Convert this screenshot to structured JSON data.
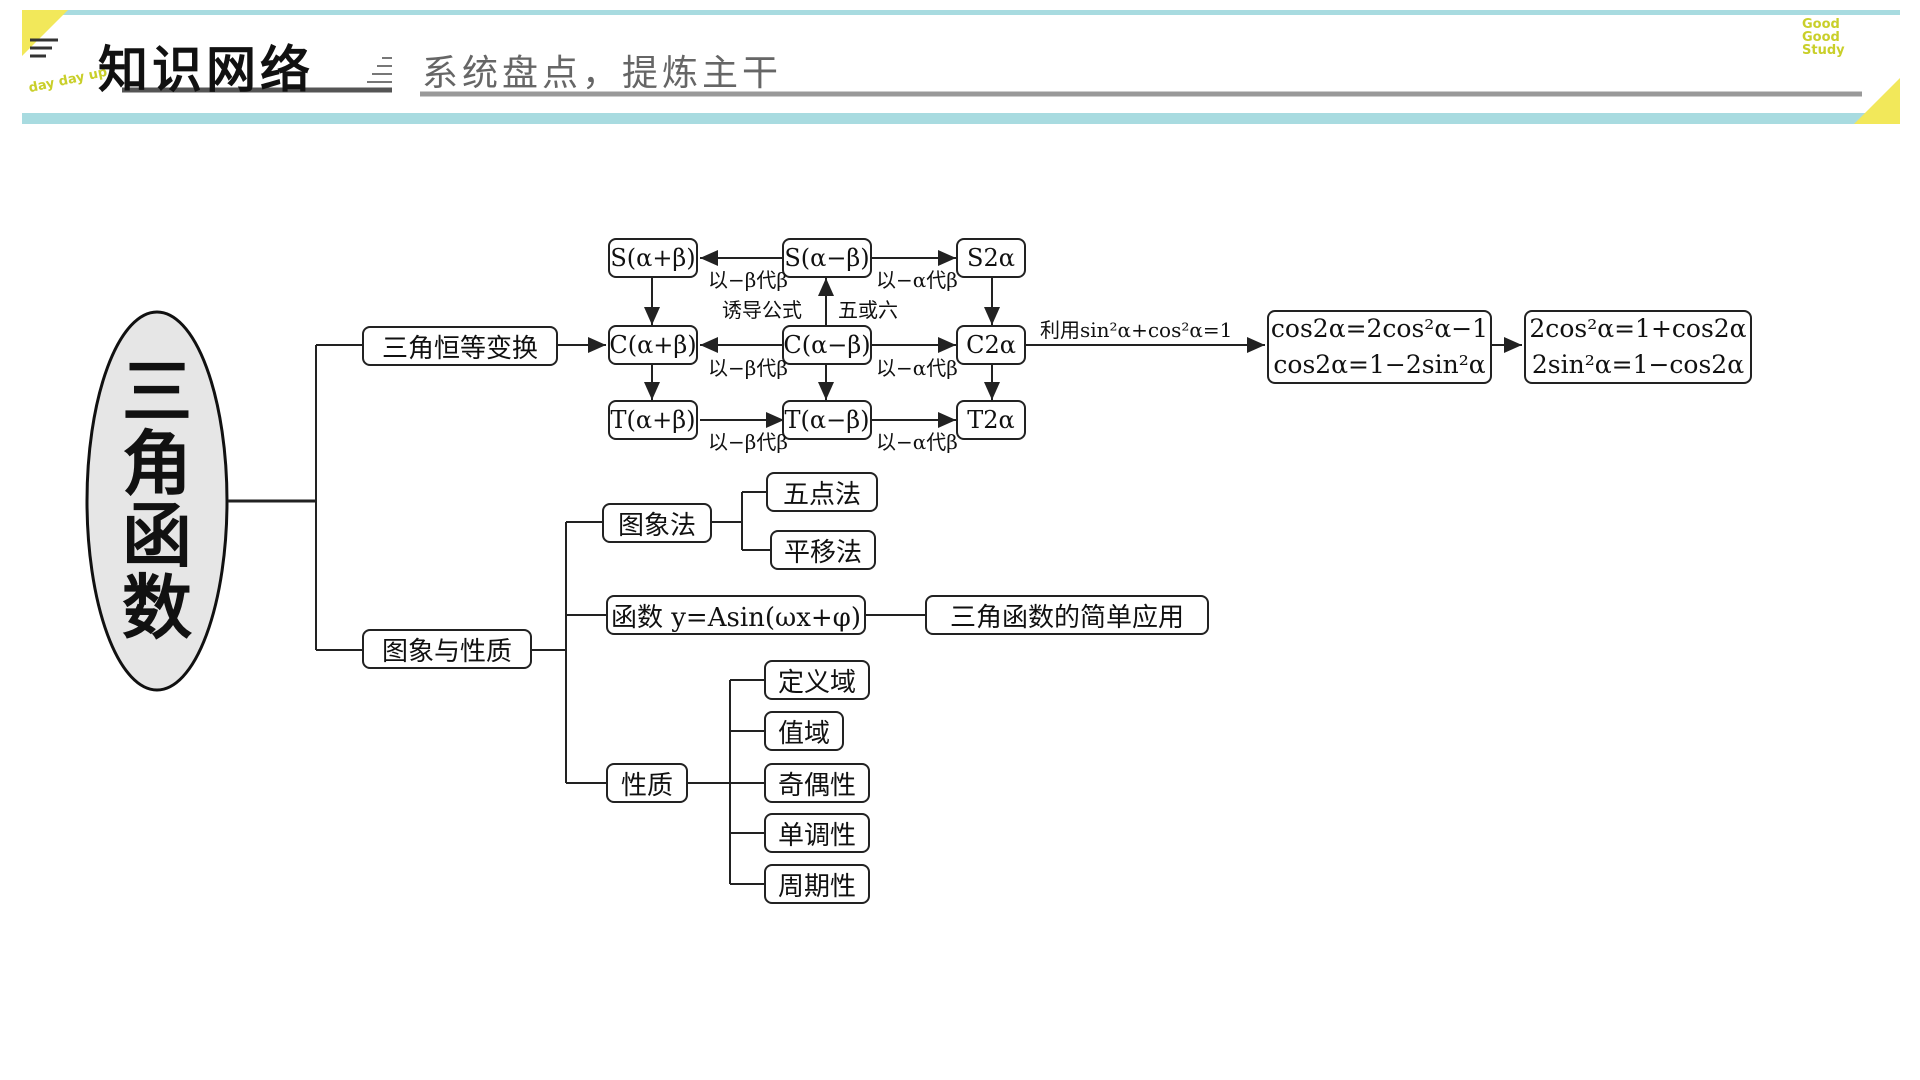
{
  "header": {
    "title": "知识网络",
    "subtitle": "系统盘点，提炼主干",
    "badge_left": "day day up",
    "badge_right": "Good Good Study"
  },
  "diagram": {
    "root": "三角函数",
    "branch_identity": "三角恒等变换",
    "branch_graph": "图象与性质",
    "formulas": {
      "s_sum": "S(α+β)",
      "s_diff": "S(α−β)",
      "s_double": "S2α",
      "c_sum": "C(α+β)",
      "c_diff": "C(α−β)",
      "c_double": "C2α",
      "t_sum": "T(α+β)",
      "t_diff": "T(α−β)",
      "t_double": "T2α"
    },
    "edge_labels": {
      "replace_neg_beta": "以−β代β",
      "replace_alpha_beta": "以−α代β",
      "induction": "诱导公式",
      "five_or_six": "五或六",
      "use_identity": "利用sin²α+cos²α=1"
    },
    "double_angle": {
      "line1": "cos2α=2cos²α−1",
      "line2": "cos2α=1−2sin²α"
    },
    "power_reduction": {
      "line1": "2cos²α=1+cos2α",
      "line2": "2sin²α=1−cos2α"
    },
    "graph_method": "图象法",
    "five_point": "五点法",
    "translation": "平移法",
    "function_form": "函数 y=Asin(ωx+φ)",
    "application": "三角函数的简单应用",
    "properties": "性质",
    "domain": "定义域",
    "range": "值域",
    "parity": "奇偶性",
    "monotonicity": "单调性",
    "periodicity": "周期性"
  },
  "colors": {
    "banner_border": "#a8dbe0",
    "accent_yellow": "#f2e85a",
    "line": "#222222"
  }
}
